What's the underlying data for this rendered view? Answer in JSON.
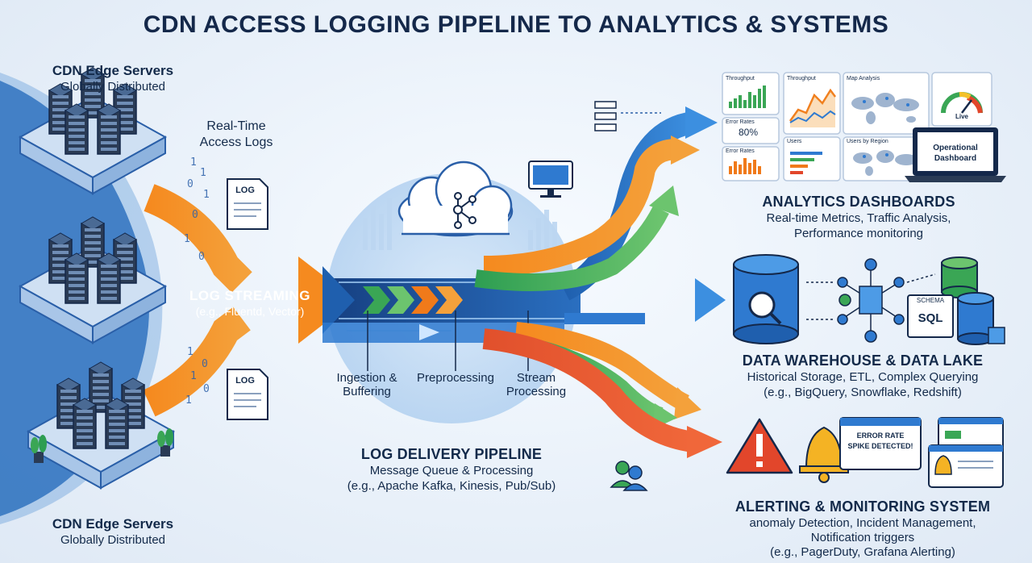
{
  "title": "CDN ACCESS LOGGING PIPELINE TO ANALYTICS & SYSTEMS",
  "edge_top": {
    "title": "CDN Edge Servers",
    "subtitle": "Globally Distributed"
  },
  "edge_bottom": {
    "title": "CDN Edge Servers",
    "subtitle": "Globally Distributed"
  },
  "realtime_logs": {
    "line1": "Real-Time",
    "line2": "Access Logs"
  },
  "log_doc_label": "LOG",
  "log_streaming": {
    "title": "LOG STREAMING",
    "subtitle": "(e.g., Fluentd, Vector)"
  },
  "stages": {
    "ingestion": {
      "line1": "Ingestion &",
      "line2": "Buffering"
    },
    "preprocessing": {
      "line1": "Preprocessing"
    },
    "stream": {
      "line1": "Stream",
      "line2": "Processing"
    }
  },
  "pipeline": {
    "title": "LOG DELIVERY PIPELINE",
    "subtitle": "Message Queue & Processing",
    "examples": "(e.g., Apache Kafka, Kinesis, Pub/Sub)"
  },
  "analytics": {
    "title": "ANALYTICS DASHBOARDS",
    "line1": "Real-time Metrics, Traffic Analysis,",
    "line2": "Performance monitoring",
    "panels": {
      "throughput_small": "Throughput",
      "error_rates_1": "Error Rates",
      "error_pct": "80%",
      "error_rates_2": "Error Rates",
      "throughput_big": "Throughput",
      "users": "Users",
      "map_analysis": "Map Analysis",
      "users_by_region": "Users by Region",
      "live": "Live",
      "operational_dashboard_1": "Operational",
      "operational_dashboard_2": "Dashboard"
    }
  },
  "warehouse": {
    "title": "DATA WAREHOUSE & DATA LAKE",
    "line1": "Historical Storage, ETL, Complex Querying",
    "line2": "(e.g., BigQuery, Snowflake, Redshift)",
    "schema_label": "SCHEMA",
    "sql_label": "SQL"
  },
  "alerting": {
    "title": "ALERTING & MONITORING SYSTEM",
    "line1": "anomaly Detection, Incident Management,",
    "line2": "Notification triggers",
    "line3": "(e.g., PagerDuty, Grafana Alerting)",
    "alert_text_1": "ERROR RATE",
    "alert_text_2": "SPIKE DETECTED!"
  },
  "colors": {
    "blue": "#1f6fc5",
    "orange": "#f07a1a",
    "green": "#3aa655",
    "red": "#e2462b",
    "navy": "#14284a"
  }
}
